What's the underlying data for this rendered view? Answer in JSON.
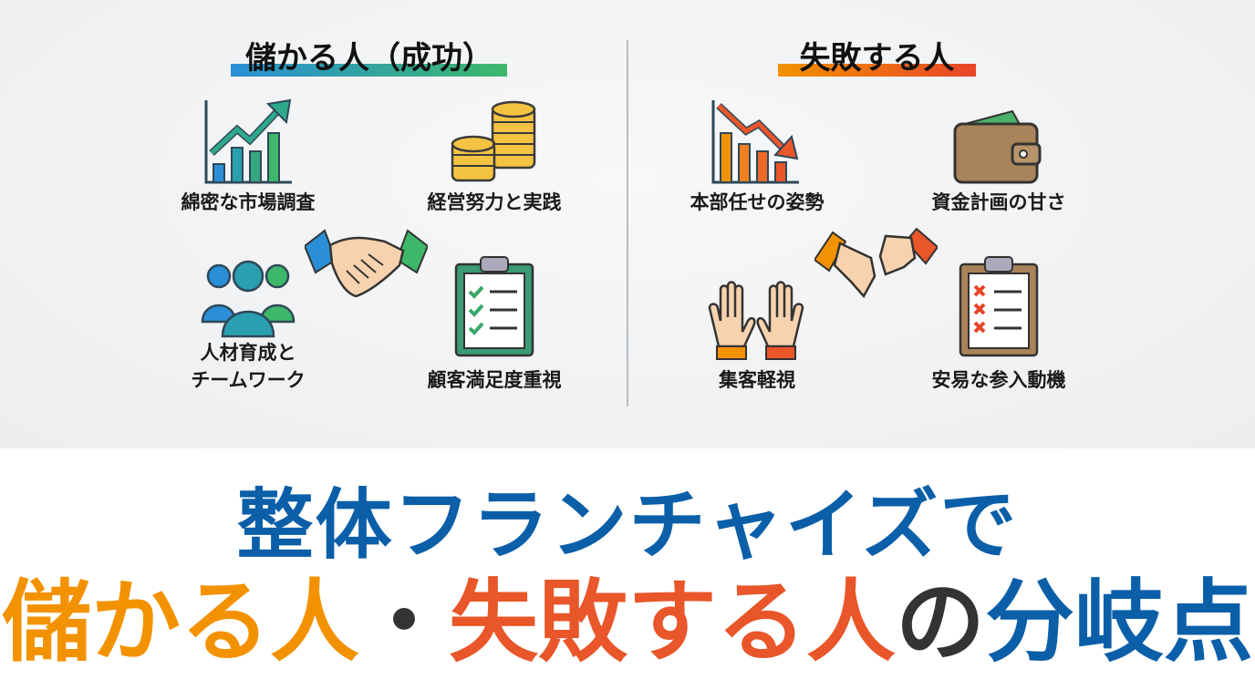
{
  "success": {
    "heading": "儲かる人（成功）",
    "items": [
      "綿密な市場調査",
      "経営努力と実践",
      "人材育成と",
      "チームワーク",
      "顧客満足度重視"
    ]
  },
  "failure": {
    "heading": "失敗する人",
    "items": [
      "本部任せの姿勢",
      "資金計画の甘さ",
      "集客軽視",
      "安易な参入動機"
    ]
  },
  "title": {
    "line1": "整体フランチャイズで",
    "line2_a": "儲かる人",
    "line2_dot": "・",
    "line2_b": "失敗する人",
    "line2_c": "の",
    "line2_d": "分岐点"
  },
  "colors": {
    "blue": "#0b5fa8",
    "orange": "#f39200",
    "red": "#e8562a",
    "dark": "#333333",
    "green": "#3aa86b"
  }
}
